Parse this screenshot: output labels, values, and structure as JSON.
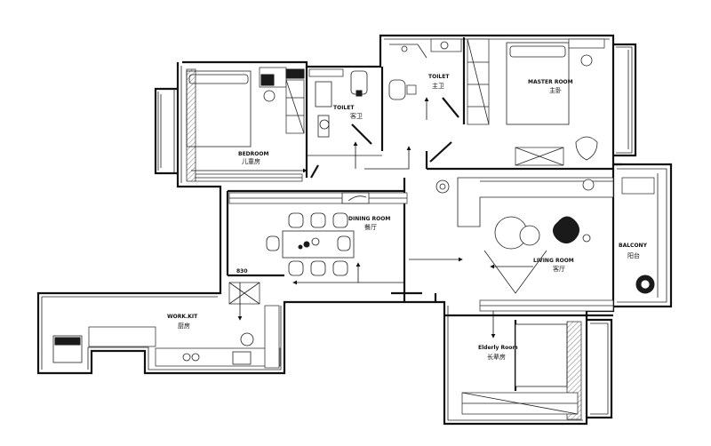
{
  "rooms": {
    "bedroom": {
      "en": "BEDROOM",
      "cn": "儿童房"
    },
    "toilet_small": {
      "en": "TOILET",
      "cn": "客卫"
    },
    "toilet_master": {
      "en": "TOILET",
      "cn": "主卫"
    },
    "master_room": {
      "en": "MASTER ROOM",
      "cn": "主卧"
    },
    "dining_room": {
      "en": "DINING ROOM",
      "cn": "餐厅"
    },
    "living_room": {
      "en": "LIVING ROOM",
      "cn": "客厅"
    },
    "balcony": {
      "en": "BALCONY",
      "cn": "阳台"
    },
    "work_kit": {
      "en": "WORK.KIT",
      "cn": "厨房"
    },
    "elderly_room": {
      "en": "Elderly Room",
      "cn": "长辈房"
    }
  },
  "dimension_label": "830",
  "colors": {
    "line": "#111111",
    "background": "#ffffff"
  }
}
